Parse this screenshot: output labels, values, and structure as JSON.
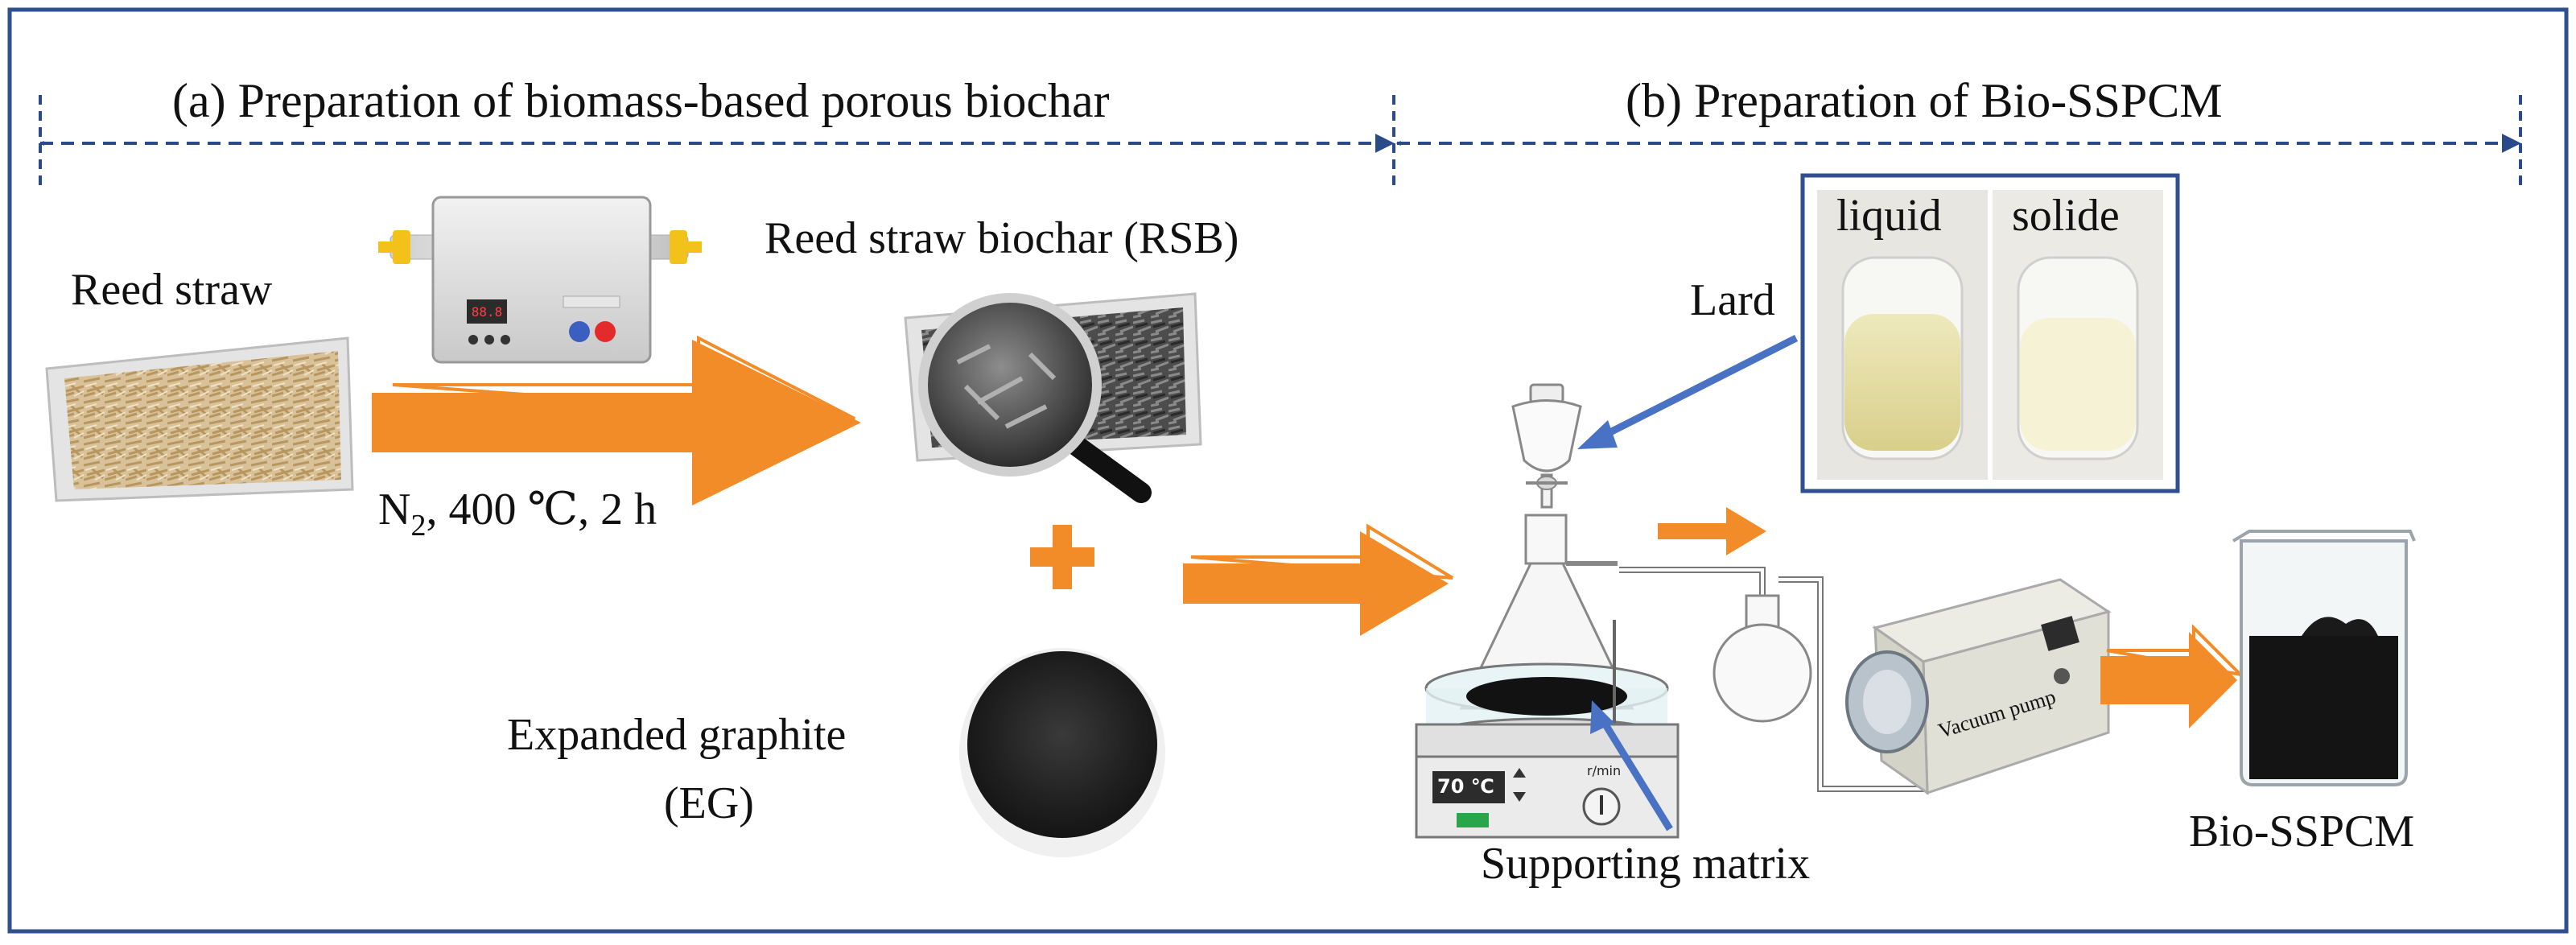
{
  "section_a": {
    "title": "(a) Preparation of biomass-based porous biochar"
  },
  "section_b": {
    "title": "(b) Preparation of Bio-SSPCM"
  },
  "labels": {
    "reed_straw": "Reed straw",
    "rsb": "Reed straw biochar (RSB)",
    "condition_n": "N",
    "condition_sub": "2",
    "condition_rest": ", 400 ℃, 2 h",
    "eg_line1": "Expanded graphite",
    "eg_line2": "(EG)",
    "lard": "Lard",
    "liquid": "liquid",
    "solide": "solide",
    "supporting_matrix": "Supporting matrix",
    "vacuum_pump": "Vacuum pump",
    "bio_sspcm": "Bio-SSPCM",
    "stirrer_temp": "70 ℃",
    "stirrer_unit": "r/min"
  },
  "colors": {
    "frame": "#2f4f8f",
    "divider": "#2b4a8a",
    "arrow_orange": "#f28c28",
    "pointer_blue": "#4a72c4"
  }
}
